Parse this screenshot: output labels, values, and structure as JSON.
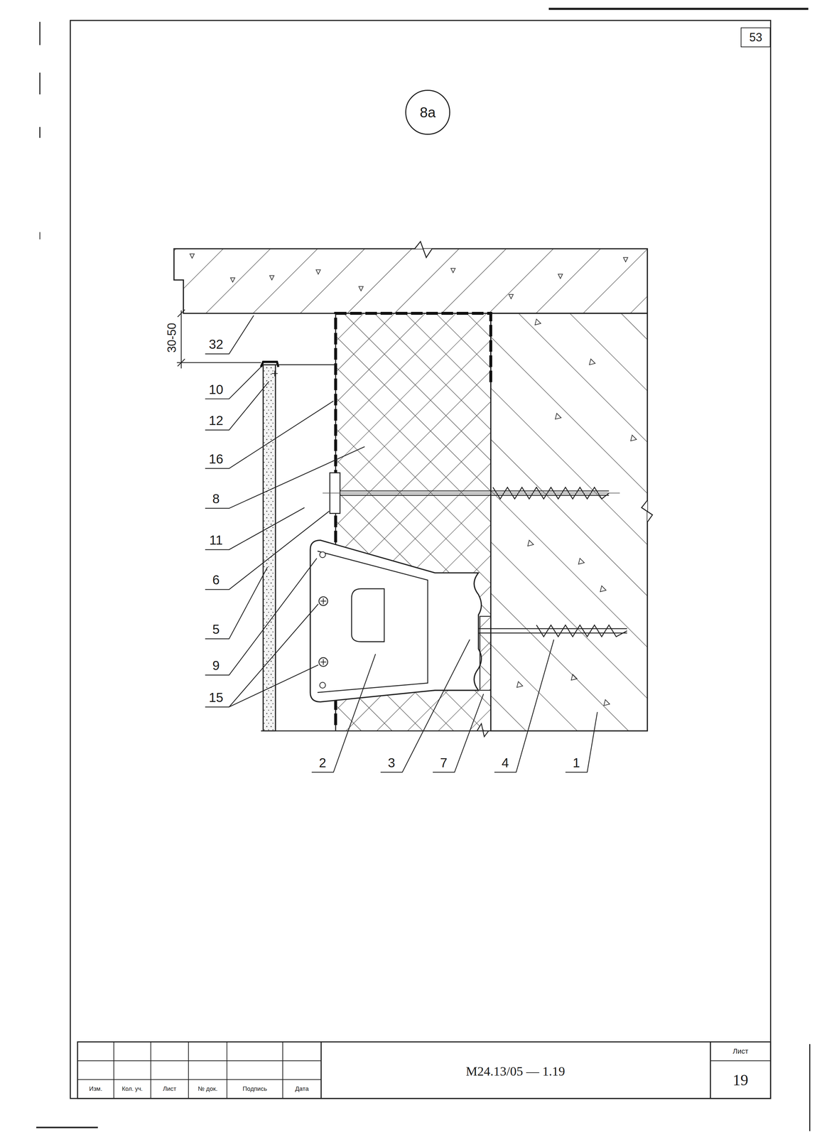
{
  "diagram": {
    "nodes": [
      {
        "text": [
          "8а"
        ]
      },
      {
        "text": [
          "53"
        ]
      }
    ],
    "labels": [
      "30-50",
      "32",
      "10",
      "12",
      "16",
      "8",
      "11",
      "6",
      "5",
      "9",
      "15",
      "2",
      "3",
      "7",
      "4",
      "1",
      "Изм.",
      "Кол. уч.",
      "Лист",
      "№ док.",
      "Подпись",
      "Дата",
      "М24.13/05 — 1.19",
      "Лист",
      "19"
    ]
  }
}
